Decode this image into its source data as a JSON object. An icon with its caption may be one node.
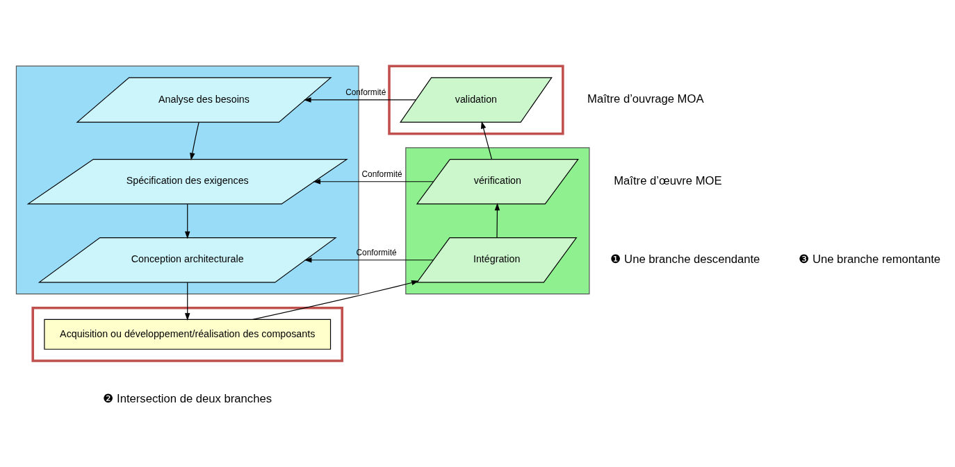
{
  "diagram": {
    "nodes": [
      {
        "text": [],
        "shape": "parallelogram"
      },
      {
        "text": [
          "Analyse des besoins"
        ],
        "in": 0
      },
      {
        "text": [
          "Spécification des exigences"
        ],
        "in": 0
      },
      {
        "text": [
          "Conception architecturale"
        ],
        "in": 0
      },
      {
        "text": [],
        "shape": "parallelogram"
      },
      {
        "text": [],
        "shape": "box"
      },
      {
        "text": [
          "validation"
        ],
        "in": 5
      },
      {
        "text": [
          "vérification"
        ],
        "in": 4
      },
      {
        "text": [
          "Intégration"
        ],
        "in": 4
      },
      {
        "text": [],
        "shape": "box"
      },
      {
        "text": [
          "Acquisition ou développement/réalisation des composants"
        ],
        "in": 9
      }
    ],
    "edges": [
      {
        "from": 1,
        "to": 2,
        "arrow": "to"
      },
      {
        "from": 2,
        "to": 3,
        "arrow": "to"
      },
      {
        "from": 3,
        "to": 10,
        "arrow": "to"
      },
      {
        "from": 10,
        "to": 8,
        "arrow": "to"
      },
      {
        "from": 8,
        "to": 7,
        "arrow": "to"
      },
      {
        "from": 7,
        "to": 6,
        "arrow": "to"
      },
      {
        "from": 6,
        "to": 1,
        "arrow": "to",
        "label": "Conformité"
      },
      {
        "from": 7,
        "to": 2,
        "arrow": "to",
        "label": "Conformité"
      },
      {
        "from": 8,
        "to": 3,
        "arrow": "to",
        "label": "Conformité"
      }
    ],
    "labels": [
      "Maître d’ouvrage MOA",
      "Maître d’œuvre MOE",
      "❶ Une branche descendante",
      "❸ Une branche remontante",
      "❷ Intersection de deux branches"
    ]
  }
}
